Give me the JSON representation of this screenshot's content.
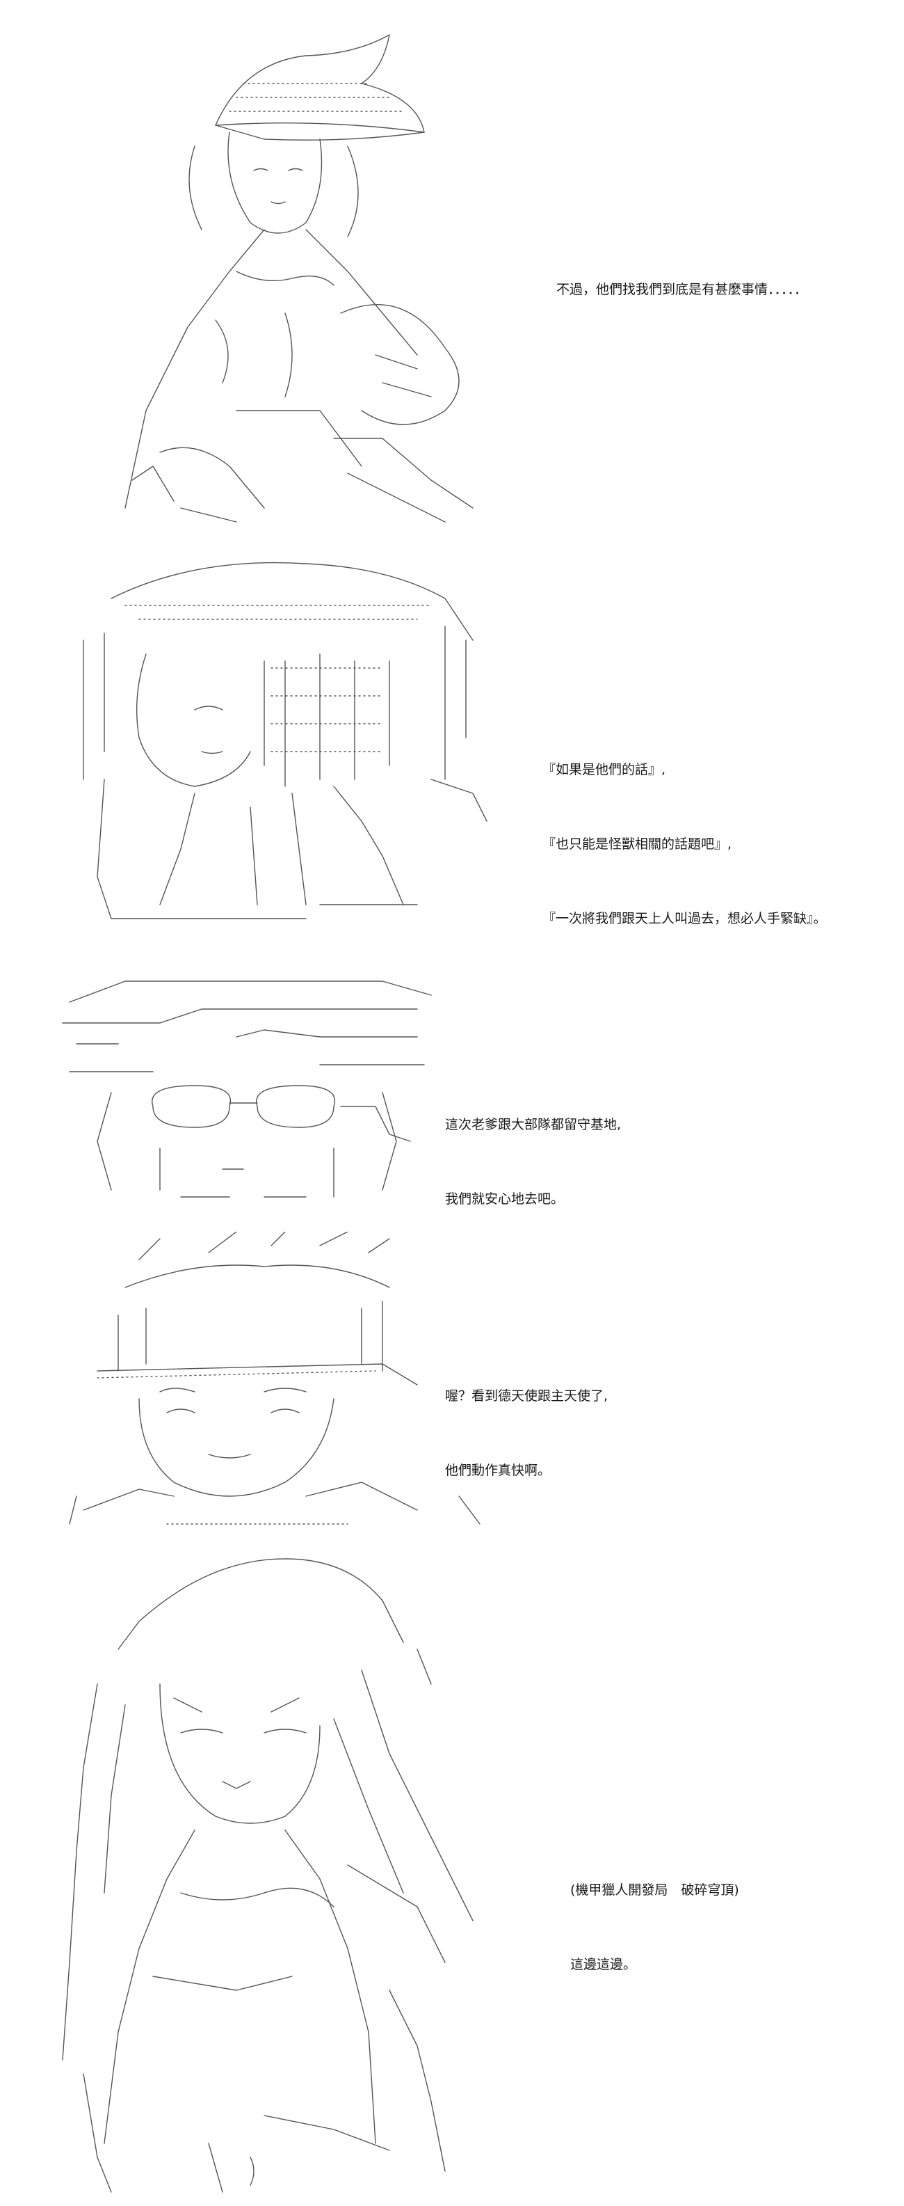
{
  "panels": [
    {
      "lines": [
        "不過，他們找我們到底是有甚麼事情．．．．．"
      ]
    },
    {
      "lines": [
        "『如果是他們的話』,",
        "『也只能是怪獸相關的話題吧』,",
        "『一次將我們跟天上人叫過去，想必人手緊缺』。"
      ]
    },
    {
      "lines": [
        "這次老爹跟大部隊都留守基地,",
        "我們就安心地去吧。"
      ]
    },
    {
      "lines": [
        "喔？看到德天使跟主天使了,",
        "他們動作真快啊。"
      ]
    },
    {
      "lines": [
        "(機甲獵人開發局　破碎穹頂)",
        "這邊這邊。"
      ]
    }
  ],
  "icons": {
    "panel_1": "witch-hat-girl-ascii-art",
    "panel_2": "veiled-girl-ascii-art",
    "panel_3": "sunglasses-man-ascii-art",
    "panel_4": "headband-boy-ascii-art",
    "panel_5": "long-hair-woman-ascii-art"
  }
}
